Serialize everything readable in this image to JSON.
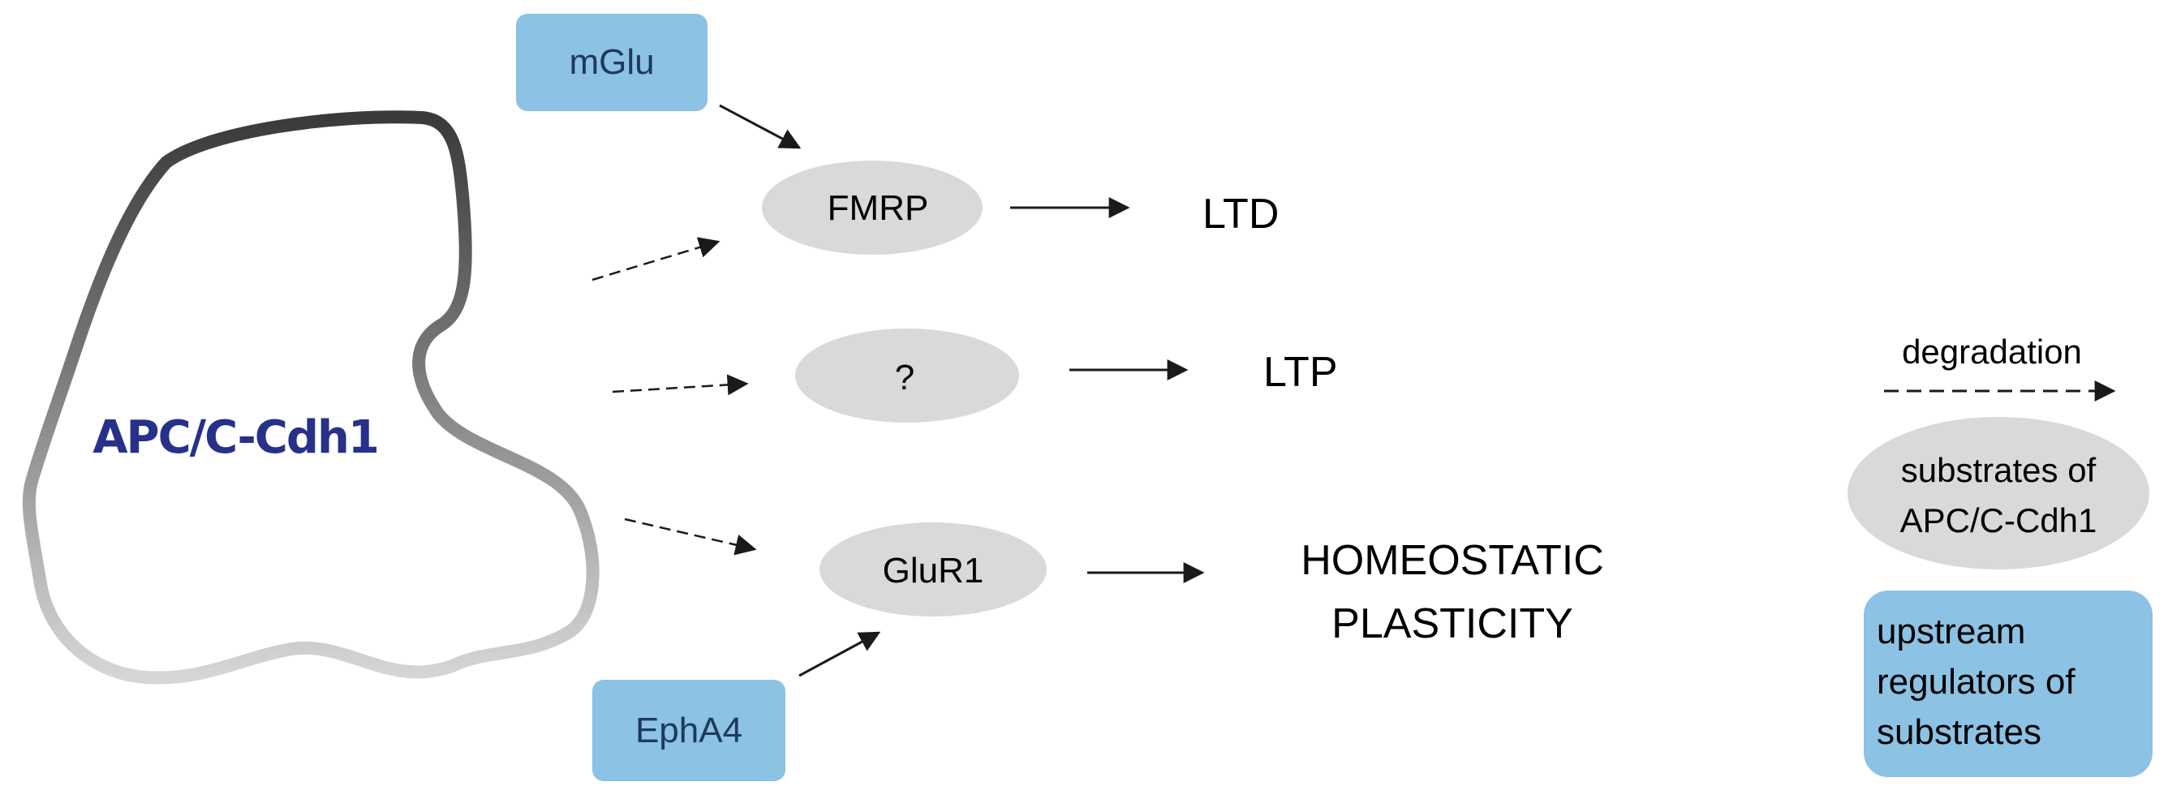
{
  "complex": {
    "label": "APC/C-Cdh1"
  },
  "regulators": {
    "mglu": "mGlu",
    "epha4": "EphA4"
  },
  "substrates": {
    "fmrp": "FMRP",
    "unknown": "?",
    "glur1": "GluR1"
  },
  "outcomes": {
    "ltd": "LTD",
    "ltp": "LTP",
    "homeostatic_line1": "HOMEOSTATIC",
    "homeostatic_line2": "PLASTICITY"
  },
  "legend": {
    "degradation": "degradation",
    "substrates_line1": "substrates of",
    "substrates_line2": "APC/C-Cdh1",
    "regulators_line1": "upstream",
    "regulators_line2": "regulators of",
    "regulators_line3": "substrates"
  },
  "colors": {
    "regulator_box": "#8cc2e3",
    "substrate_ellipse": "#d9d9d9",
    "complex_text": "#27318a",
    "arrow": "#1a1a1a"
  }
}
